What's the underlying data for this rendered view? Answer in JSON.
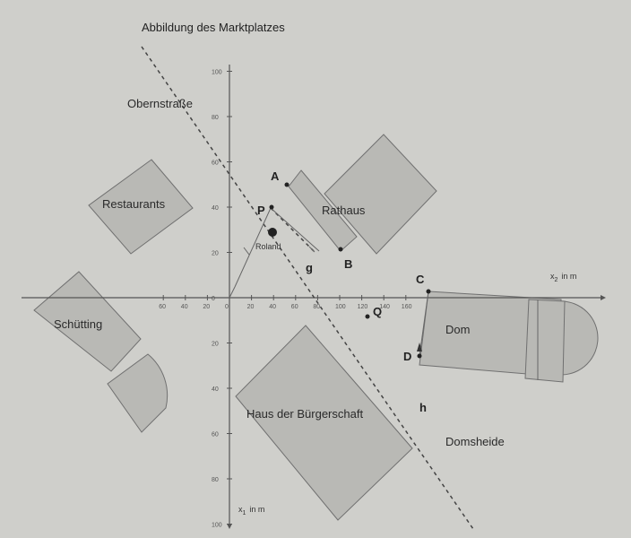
{
  "title": "Abbildung des Marktplatzes",
  "axes": {
    "x2_label": "x",
    "x2_sub": "2",
    "x2_unit": "in m",
    "x1_label": "x",
    "x1_sub": "1",
    "x1_unit": "in m"
  },
  "ticks": {
    "horizontal": [
      "60",
      "40",
      "20",
      "0",
      "20",
      "40",
      "60",
      "80",
      "100",
      "120",
      "140",
      "160"
    ],
    "vertical_up": [
      "100",
      "80",
      "60",
      "40",
      "20",
      "0"
    ],
    "vertical_down": [
      "20",
      "40",
      "60",
      "80",
      "100"
    ]
  },
  "regions": {
    "obernstrasse": "Obernstraße",
    "restaurants": "Restaurants",
    "rathaus": "Rathaus",
    "schuetting": "Schütting",
    "dom": "Dom",
    "haus": "Haus der Bürgerschaft",
    "domsheide": "Domsheide",
    "roland": "Roland"
  },
  "points": {
    "A": "A",
    "B": "B",
    "C": "C",
    "D": "D",
    "P": "P",
    "Q": "Q"
  },
  "lines": {
    "g": "g",
    "h": "h"
  },
  "colors": {
    "background": "#cfcfcb",
    "shape_fill": "#b9b9b5",
    "ink": "#222222"
  }
}
